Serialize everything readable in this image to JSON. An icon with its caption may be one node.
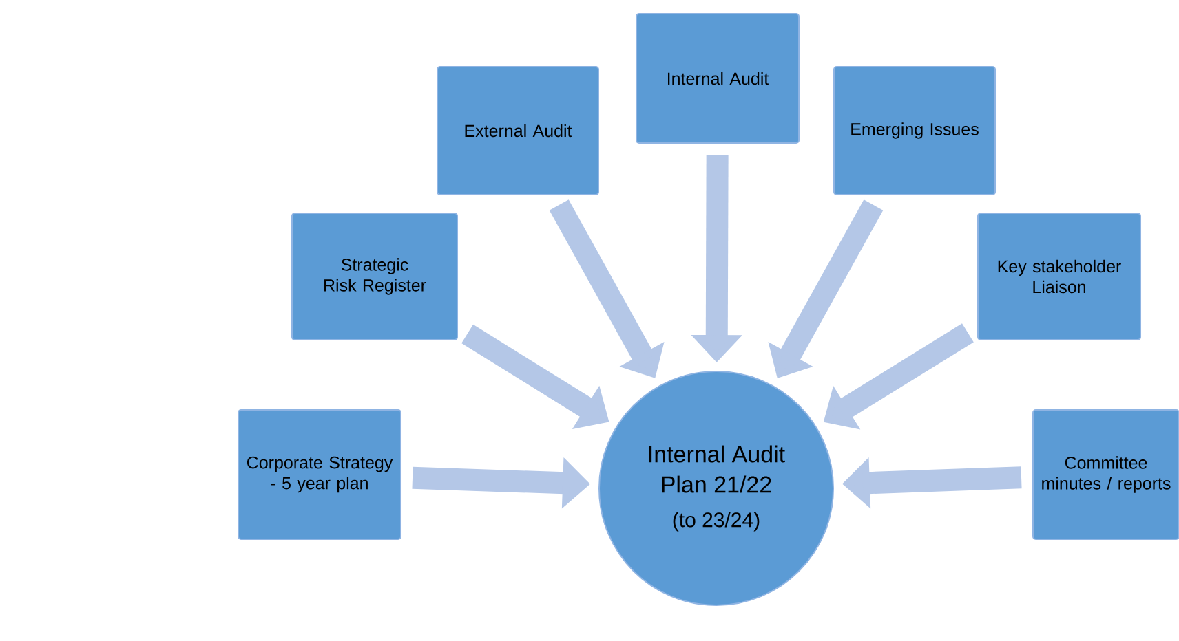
{
  "diagram": {
    "nodes": [
      {
        "text": [
          "Corporate Strategy - 5 year plan"
        ]
      },
      {
        "text": [
          "Strategic Risk Register"
        ]
      },
      {
        "text": [
          "External Audit"
        ]
      },
      {
        "text": [
          "Internal Audit"
        ]
      },
      {
        "text": [
          "Emerging Issues"
        ]
      },
      {
        "text": [
          "Key stakeholder Liaison"
        ]
      },
      {
        "text": [
          "Committee minutes / reports"
        ]
      },
      {
        "text": [
          "Internal Audit Plan 21/22",
          "(to 23/24)"
        ]
      }
    ],
    "edges": [
      {
        "from": 0,
        "to": 7,
        "arrow": "to"
      },
      {
        "from": 1,
        "to": 7,
        "arrow": "to"
      },
      {
        "from": 2,
        "to": 7,
        "arrow": "to"
      },
      {
        "from": 3,
        "to": 7,
        "arrow": "to"
      },
      {
        "from": 4,
        "to": 7,
        "arrow": "to"
      },
      {
        "from": 5,
        "to": 7,
        "arrow": "to"
      },
      {
        "from": 6,
        "to": 7,
        "arrow": "to"
      }
    ]
  }
}
